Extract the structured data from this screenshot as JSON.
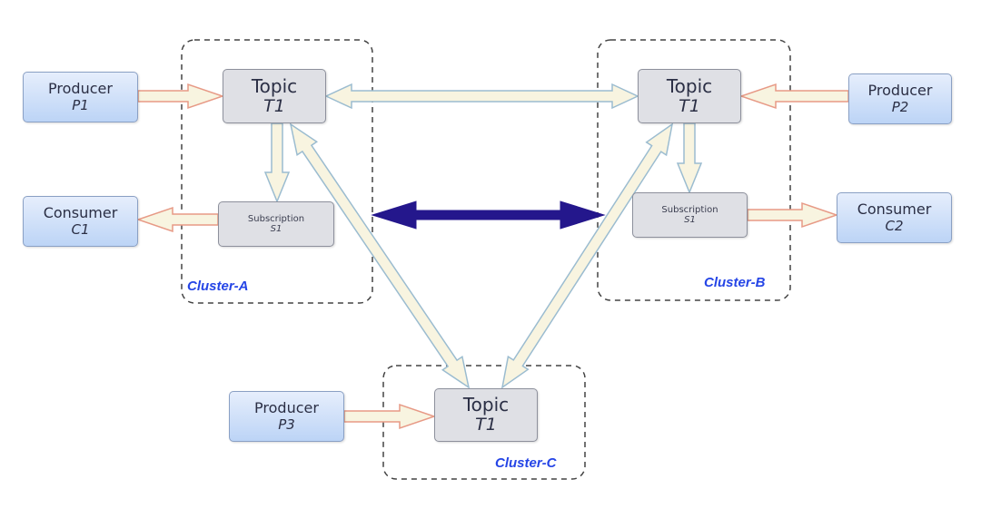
{
  "colors": {
    "external_node": "#c8dbf8",
    "topic_node": "#dfe0e5",
    "cluster_label": "#2545e6",
    "producer_arrow_stroke": "#e79a86",
    "replication_arrow_stroke": "#9bbcd0",
    "arrow_fill": "#f8f4e0",
    "cluster_link_arrow": "#24178c"
  },
  "clusters": [
    {
      "id": "A",
      "label": "Cluster-A"
    },
    {
      "id": "B",
      "label": "Cluster-B"
    },
    {
      "id": "C",
      "label": "Cluster-C"
    }
  ],
  "nodes": {
    "producer_p1": {
      "title": "Producer",
      "name": "P1"
    },
    "consumer_c1": {
      "title": "Consumer",
      "name": "C1"
    },
    "topic_a": {
      "title": "Topic",
      "name": "T1"
    },
    "subscription_a": {
      "title": "Subscription",
      "name": "S1"
    },
    "topic_b": {
      "title": "Topic",
      "name": "T1"
    },
    "subscription_b": {
      "title": "Subscription",
      "name": "S1"
    },
    "producer_p2": {
      "title": "Producer",
      "name": "P2"
    },
    "consumer_c2": {
      "title": "Consumer",
      "name": "C2"
    },
    "producer_p3": {
      "title": "Producer",
      "name": "P3"
    },
    "topic_c": {
      "title": "Topic",
      "name": "T1"
    }
  },
  "edges": [
    {
      "from": "Producer P1",
      "to": "Topic T1 (Cluster-A)",
      "kind": "produce"
    },
    {
      "from": "Topic T1 (Cluster-A)",
      "to": "Subscription S1 (Cluster-A)",
      "kind": "deliver"
    },
    {
      "from": "Subscription S1 (Cluster-A)",
      "to": "Consumer C1",
      "kind": "consume"
    },
    {
      "from": "Producer P2",
      "to": "Topic T1 (Cluster-B)",
      "kind": "produce"
    },
    {
      "from": "Topic T1 (Cluster-B)",
      "to": "Subscription S1 (Cluster-B)",
      "kind": "deliver"
    },
    {
      "from": "Subscription S1 (Cluster-B)",
      "to": "Consumer C2",
      "kind": "consume"
    },
    {
      "from": "Producer P3",
      "to": "Topic T1 (Cluster-C)",
      "kind": "produce"
    },
    {
      "from": "Topic T1 (Cluster-A)",
      "to": "Topic T1 (Cluster-B)",
      "kind": "replication",
      "bidirectional": true
    },
    {
      "from": "Topic T1 (Cluster-A)",
      "to": "Topic T1 (Cluster-C)",
      "kind": "replication",
      "bidirectional": true
    },
    {
      "from": "Topic T1 (Cluster-B)",
      "to": "Topic T1 (Cluster-C)",
      "kind": "replication",
      "bidirectional": true
    },
    {
      "from": "Cluster-A",
      "to": "Cluster-B",
      "kind": "subscription-sync",
      "bidirectional": true
    }
  ]
}
